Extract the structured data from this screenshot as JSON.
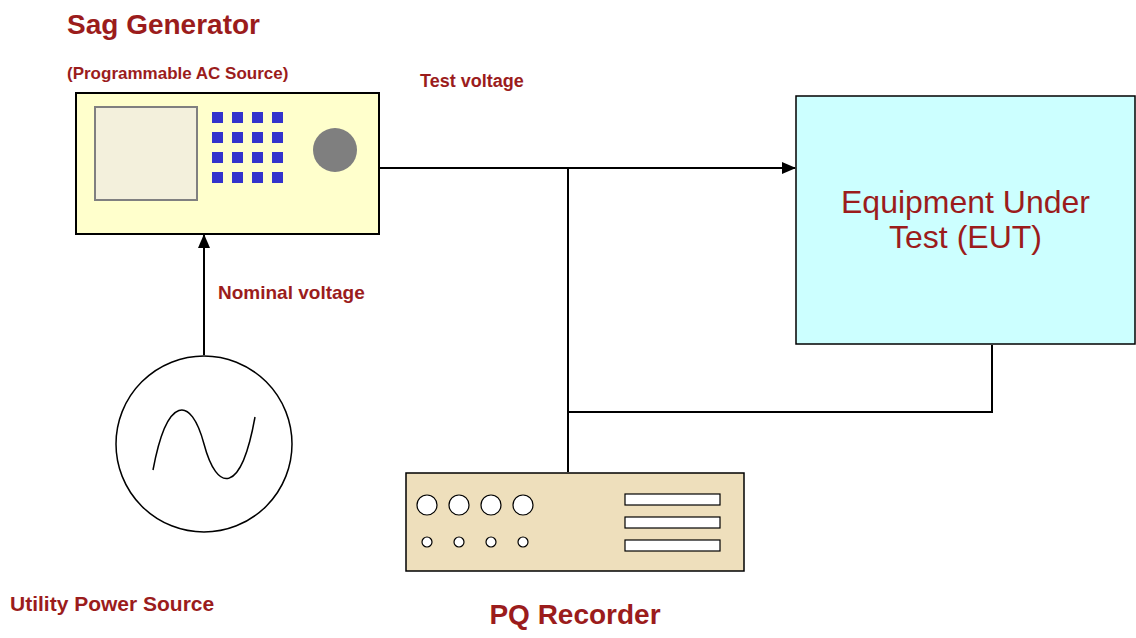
{
  "diagram": {
    "nodes": [
      {
        "text": [
          "Sag Generator",
          "(Programmable AC Source)"
        ]
      },
      {
        "text": [
          "Utility Power Source"
        ]
      },
      {
        "text": [
          "Equipment Under Test (EUT)"
        ]
      },
      {
        "text": [
          "PQ Recorder"
        ]
      }
    ],
    "edges": [
      {
        "from": 1,
        "to": 0,
        "arrow": "to",
        "label": "Nominal voltage"
      },
      {
        "from": 0,
        "to": 2,
        "arrow": "to",
        "label": "Test voltage"
      },
      {
        "from": 0,
        "to": 3,
        "arrow": "none"
      },
      {
        "from": 3,
        "to": 2,
        "arrow": "none"
      }
    ]
  }
}
